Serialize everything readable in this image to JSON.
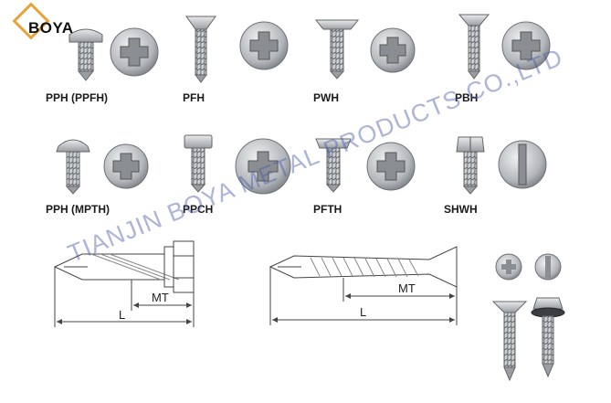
{
  "brand": {
    "logo_text": "BOYA"
  },
  "watermark": "TIANJIN BOYA METAL PRODUCTS CO.,LTD",
  "screws": [
    {
      "code": "PPH (PPFH)"
    },
    {
      "code": "PFH"
    },
    {
      "code": "PWH"
    },
    {
      "code": "PBH"
    },
    {
      "code": "PPH (MPTH)"
    },
    {
      "code": "PPCH"
    },
    {
      "code": "PFTH"
    },
    {
      "code": "SHWH"
    }
  ],
  "drawings": {
    "hex_drill": {
      "mt_label": "MT",
      "l_label": "L"
    },
    "flat_drill": {
      "mt_label": "MT",
      "l_label": "L"
    }
  },
  "colors": {
    "metal": "#b9bcc0",
    "metal_dark": "#6e7277",
    "logo_orange": "#e8a23a",
    "watermark": "#4a5fb0"
  }
}
